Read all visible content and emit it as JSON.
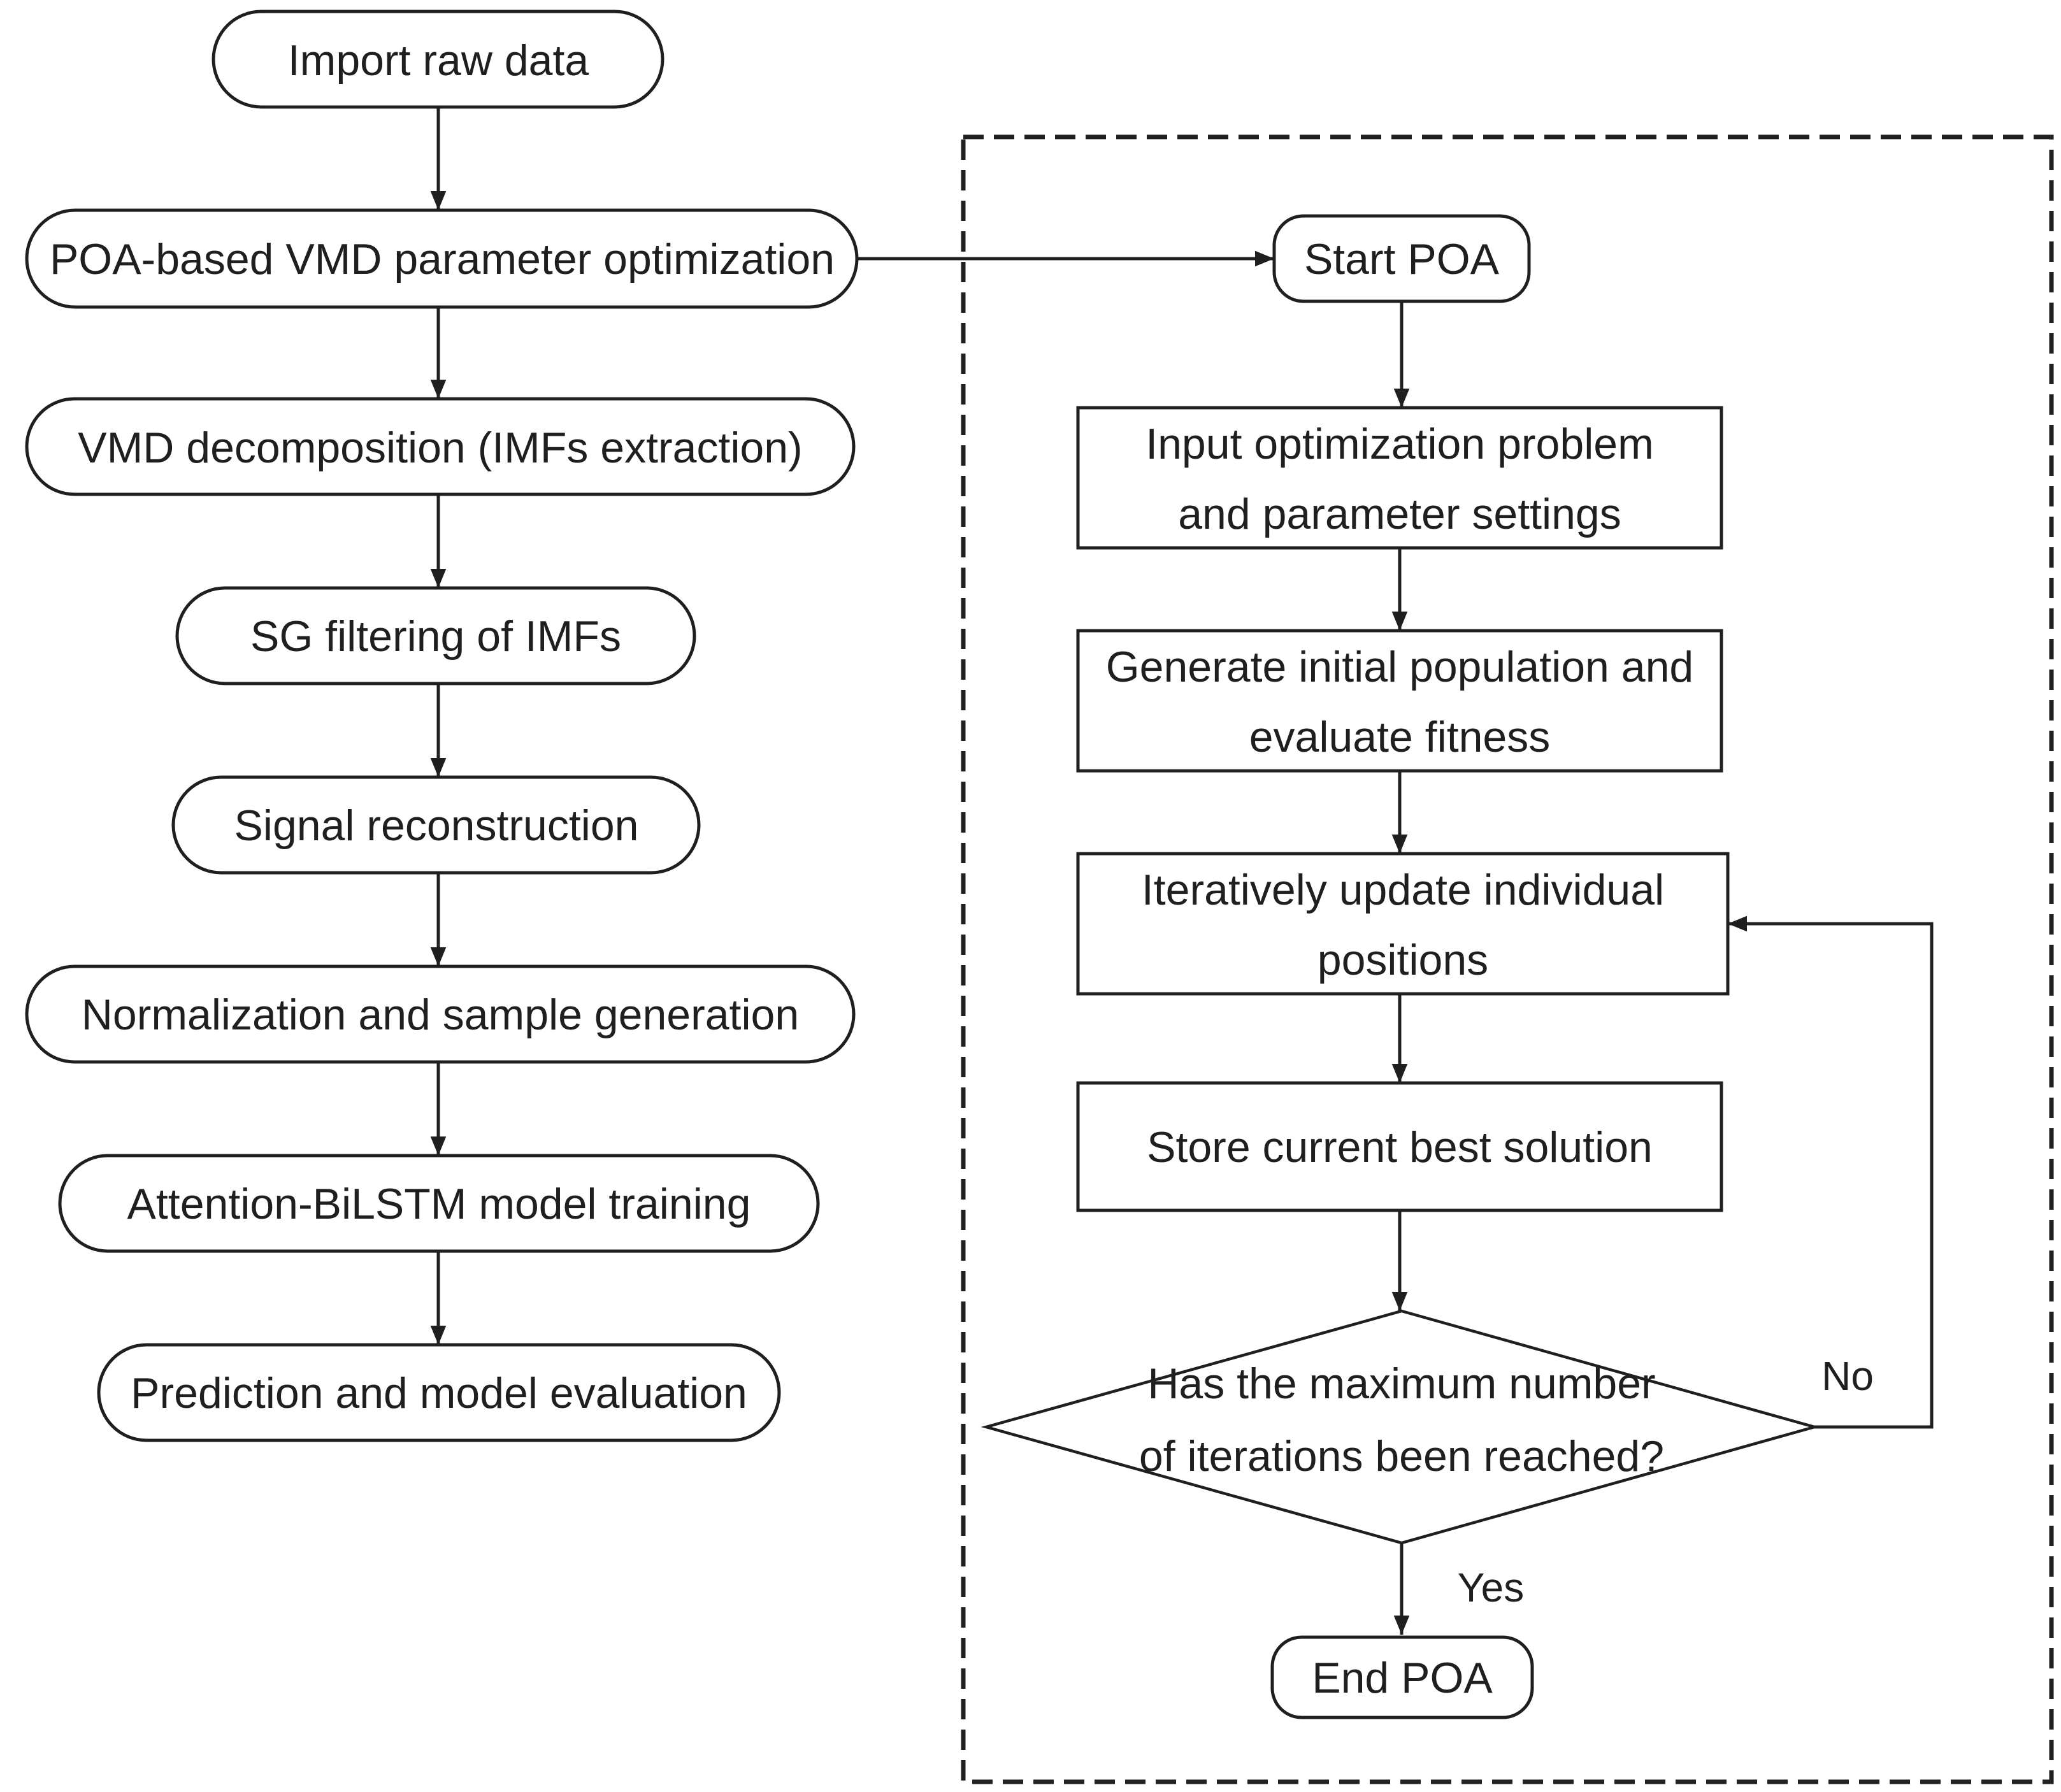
{
  "colors": {
    "stroke": "#1f1f1f",
    "background": "#ffffff"
  },
  "left_flow": {
    "nodes": [
      {
        "label": "Import raw data"
      },
      {
        "label": "POA-based VMD parameter optimization"
      },
      {
        "label": "VMD decomposition (IMFs extraction)"
      },
      {
        "label": "SG filtering of IMFs"
      },
      {
        "label": "Signal reconstruction"
      },
      {
        "label": "Normalization and sample generation"
      },
      {
        "label": "Attention-BiLSTM model training"
      },
      {
        "label": "Prediction and model evaluation"
      }
    ]
  },
  "poa_flow": {
    "start": {
      "label": "Start POA"
    },
    "input": {
      "line1": "Input optimization problem",
      "line2": "and parameter settings"
    },
    "generate": {
      "line1": "Generate initial population and",
      "line2": "evaluate fitness"
    },
    "update": {
      "line1": "Iteratively update individual",
      "line2": "positions"
    },
    "store": {
      "label": "Store current best solution"
    },
    "decision": {
      "line1": "Has the maximum number",
      "line2": "of iterations been reached?"
    },
    "end": {
      "label": "End POA"
    },
    "branch_no": "No",
    "branch_yes": "Yes"
  }
}
